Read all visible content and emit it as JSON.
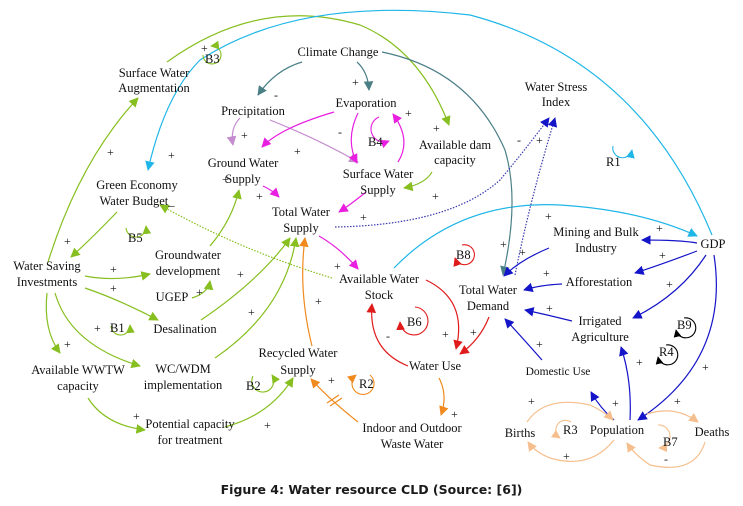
{
  "diagram": {
    "type": "causal-loop-diagram",
    "colors": {
      "green": "#86bf1f",
      "cyan": "#1fb6e8",
      "teal": "#4a7f86",
      "magenta": "#e81ee0",
      "lilac": "#c58ccf",
      "navy": "#1414c8",
      "dotted_blue": "#3a3ab0",
      "red": "#e01b1b",
      "orange": "#f08a1e",
      "peach": "#f5be8c",
      "black": "#000000"
    },
    "nodes": {
      "climate_change": [
        "Climate Change"
      ],
      "surface_water_augmentation": [
        "Surface Water",
        "Augmentation"
      ],
      "precipitation": [
        "Precipitation"
      ],
      "evaporation": [
        "Evaporation"
      ],
      "water_stress_index": [
        "Water Stress",
        "Index"
      ],
      "ground_water_supply": [
        "Ground Water",
        "Supply"
      ],
      "surface_water_supply": [
        "Surface Water",
        "Supply"
      ],
      "available_dam_capacity": [
        "Available dam",
        "capacity"
      ],
      "green_economy_water_budget": [
        "Green Economy",
        "Water Budget_"
      ],
      "total_water_supply": [
        "Total Water",
        "Supply"
      ],
      "water_saving_investments": [
        "Water Saving",
        "Investments"
      ],
      "groundwater_development": [
        "Groundwater",
        "development"
      ],
      "ugep": [
        "UGEP"
      ],
      "desalination": [
        "Desalination"
      ],
      "available_water_stock": [
        "Available Water",
        "Stock"
      ],
      "total_water_demand": [
        "Total Water",
        "Demand"
      ],
      "mining_and_bulk_industry": [
        "Mining and Bulk",
        "Industry"
      ],
      "gdp": [
        "GDP"
      ],
      "afforestation": [
        "Afforestation"
      ],
      "irrigated_agriculture": [
        "Irrigated",
        "Agriculture"
      ],
      "available_wwtw_capacity": [
        "Available WWTW",
        "capacity"
      ],
      "wc_wdm_implementation": [
        "WC/WDM",
        "implementation"
      ],
      "recycled_water_supply": [
        "Recycled Water",
        "Supply"
      ],
      "water_use": [
        "Water Use"
      ],
      "domestic_use": [
        "Domestic Use"
      ],
      "potential_capacity_for_treatment": [
        "Potential capacity",
        "for treatment"
      ],
      "indoor_outdoor_waste_water": [
        "Indoor and Outdoor",
        "Waste Water"
      ],
      "births": [
        "Births"
      ],
      "population": [
        "Population"
      ],
      "deaths": [
        "Deaths"
      ]
    },
    "loops": {
      "b1": "B1",
      "b2": "B2",
      "b3": "B3",
      "b4": "B4",
      "b5": "B5",
      "b6": "B6",
      "b7": "B7",
      "b8": "B8",
      "b9": "B9",
      "r1": "R1",
      "r2": "R2",
      "r3": "R3",
      "r4": "R4"
    },
    "polarity": {
      "plus": "+",
      "minus": "-"
    },
    "links": [
      {
        "from": "Climate Change",
        "to": "Precipitation",
        "sign": "-"
      },
      {
        "from": "Climate Change",
        "to": "Evaporation",
        "sign": "+"
      },
      {
        "from": "Climate Change",
        "to": "Total Water Demand",
        "sign": "+"
      },
      {
        "from": "Precipitation",
        "to": "Ground Water Supply",
        "sign": "+"
      },
      {
        "from": "Precipitation",
        "to": "Surface Water Supply",
        "sign": "+"
      },
      {
        "from": "Evaporation",
        "to": "Ground Water Supply",
        "sign": "-"
      },
      {
        "from": "Evaporation",
        "to": "Surface Water Supply",
        "sign": "-"
      },
      {
        "from": "Surface Water Supply",
        "to": "Evaporation",
        "sign": "+"
      },
      {
        "from": "Water Saving Investments",
        "to": "Surface Water Augmentation",
        "sign": "+"
      },
      {
        "from": "Surface Water Augmentation",
        "to": "Available dam capacity",
        "sign": "+"
      },
      {
        "from": "Available dam capacity",
        "to": "Surface Water Supply",
        "sign": "+"
      },
      {
        "from": "GDP",
        "to": "Green Economy Water Budget",
        "sign": "+"
      },
      {
        "from": "Green Economy Water Budget",
        "to": "Water Saving Investments",
        "sign": "+"
      },
      {
        "from": "Available Water Stock",
        "to": "Green Economy Water Budget",
        "sign": "+"
      },
      {
        "from": "Water Saving Investments",
        "to": "Groundwater development",
        "sign": "+"
      },
      {
        "from": "Water Saving Investments",
        "to": "Desalination",
        "sign": "+"
      },
      {
        "from": "Water Saving Investments",
        "to": "WC/WDM implementation",
        "sign": "+"
      },
      {
        "from": "Water Saving Investments",
        "to": "Available WWTW capacity",
        "sign": "+"
      },
      {
        "from": "UGEP",
        "to": "Groundwater development",
        "sign": "+"
      },
      {
        "from": "Groundwater development",
        "to": "Ground Water Supply",
        "sign": "+"
      },
      {
        "from": "Desalination",
        "to": "Total Water Supply",
        "sign": "+"
      },
      {
        "from": "WC/WDM implementation",
        "to": "Total Water Supply",
        "sign": "+"
      },
      {
        "from": "Ground Water Supply",
        "to": "Total Water Supply",
        "sign": "+"
      },
      {
        "from": "Surface Water Supply",
        "to": "Total Water Supply",
        "sign": "+"
      },
      {
        "from": "Recycled Water Supply",
        "to": "Total Water Supply",
        "sign": "+"
      },
      {
        "from": "Total Water Supply",
        "to": "Available Water Stock",
        "sign": "+"
      },
      {
        "from": "Total Water Supply",
        "to": "Water Stress Index",
        "sign": "-"
      },
      {
        "from": "Total Water Demand",
        "to": "Water Stress Index",
        "sign": "+"
      },
      {
        "from": "Available Water Stock",
        "to": "GDP",
        "sign": "+"
      },
      {
        "from": "Available Water Stock",
        "to": "Water Use",
        "sign": "+"
      },
      {
        "from": "Water Use",
        "to": "Available Water Stock",
        "sign": "-"
      },
      {
        "from": "Total Water Demand",
        "to": "Water Use",
        "sign": "+"
      },
      {
        "from": "GDP",
        "to": "Mining and Bulk Industry",
        "sign": "+"
      },
      {
        "from": "GDP",
        "to": "Afforestation",
        "sign": "+"
      },
      {
        "from": "GDP",
        "to": "Irrigated Agriculture",
        "sign": "+"
      },
      {
        "from": "GDP",
        "to": "Population",
        "sign": "+"
      },
      {
        "from": "Mining and Bulk Industry",
        "to": "Total Water Demand",
        "sign": "+"
      },
      {
        "from": "Afforestation",
        "to": "Total Water Demand",
        "sign": "+"
      },
      {
        "from": "Irrigated Agriculture",
        "to": "Total Water Demand",
        "sign": "+"
      },
      {
        "from": "Domestic Use",
        "to": "Total Water Demand",
        "sign": "+"
      },
      {
        "from": "Population",
        "to": "Domestic Use",
        "sign": "+"
      },
      {
        "from": "Population",
        "to": "Irrigated Agriculture",
        "sign": "+"
      },
      {
        "from": "Population",
        "to": "Births",
        "sign": "+"
      },
      {
        "from": "Births",
        "to": "Population",
        "sign": "+"
      },
      {
        "from": "Population",
        "to": "Deaths",
        "sign": "+"
      },
      {
        "from": "Deaths",
        "to": "Population",
        "sign": "-"
      },
      {
        "from": "Water Use",
        "to": "Indoor and Outdoor Waste Water",
        "sign": "+"
      },
      {
        "from": "Indoor and Outdoor Waste Water",
        "to": "Recycled Water Supply",
        "sign": "+",
        "delay": true
      },
      {
        "from": "Available WWTW capacity",
        "to": "Potential capacity for treatment",
        "sign": "+"
      },
      {
        "from": "Potential capacity for treatment",
        "to": "Recycled Water Supply",
        "sign": "+"
      }
    ]
  },
  "caption": "Figure 4: Water resource CLD (Source: [6])"
}
